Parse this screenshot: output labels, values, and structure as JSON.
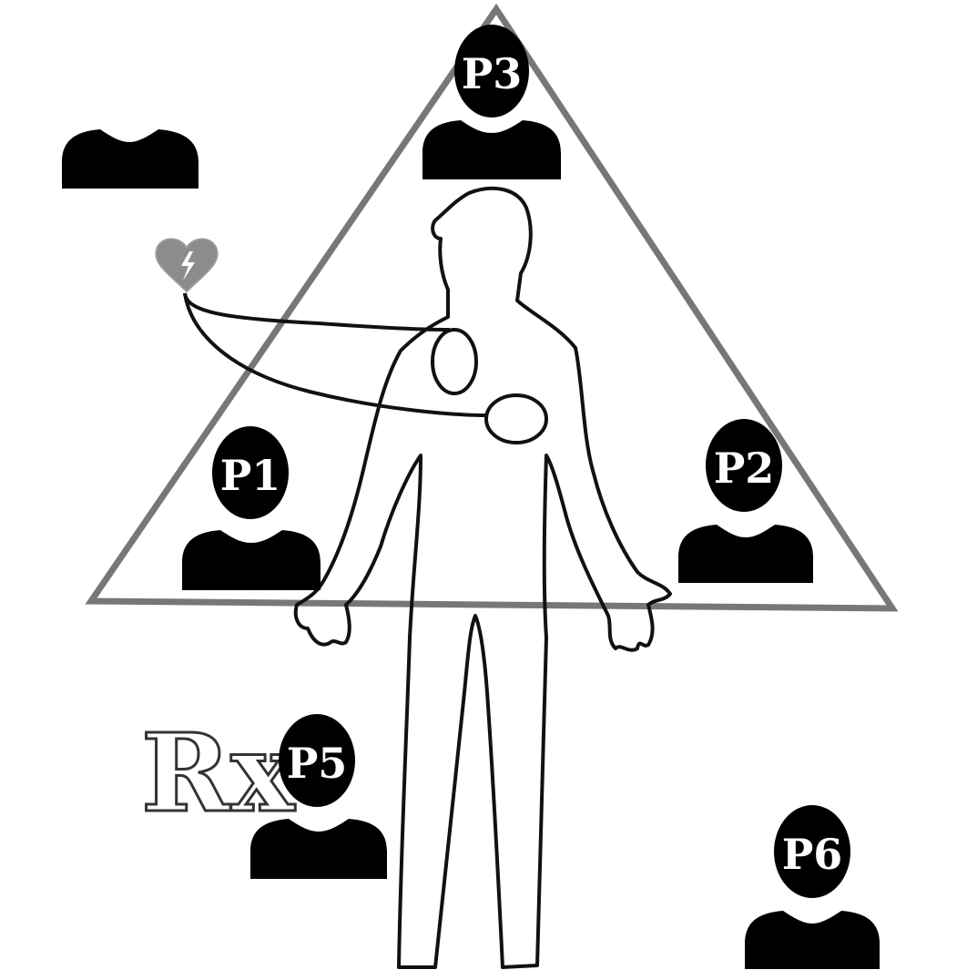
{
  "persons": {
    "p1": "P1",
    "p2": "P2",
    "p3": "P3",
    "p5": "P5",
    "p6": "P6"
  },
  "rx_symbol": "Rx",
  "colors": {
    "triangle": "#777777",
    "figure": "#111111",
    "head": "#000000",
    "heart": "#8c8c8c"
  },
  "icons": [
    "person-silhouette-icon",
    "defibrillator-heart-icon",
    "rx-prescription-icon"
  ]
}
